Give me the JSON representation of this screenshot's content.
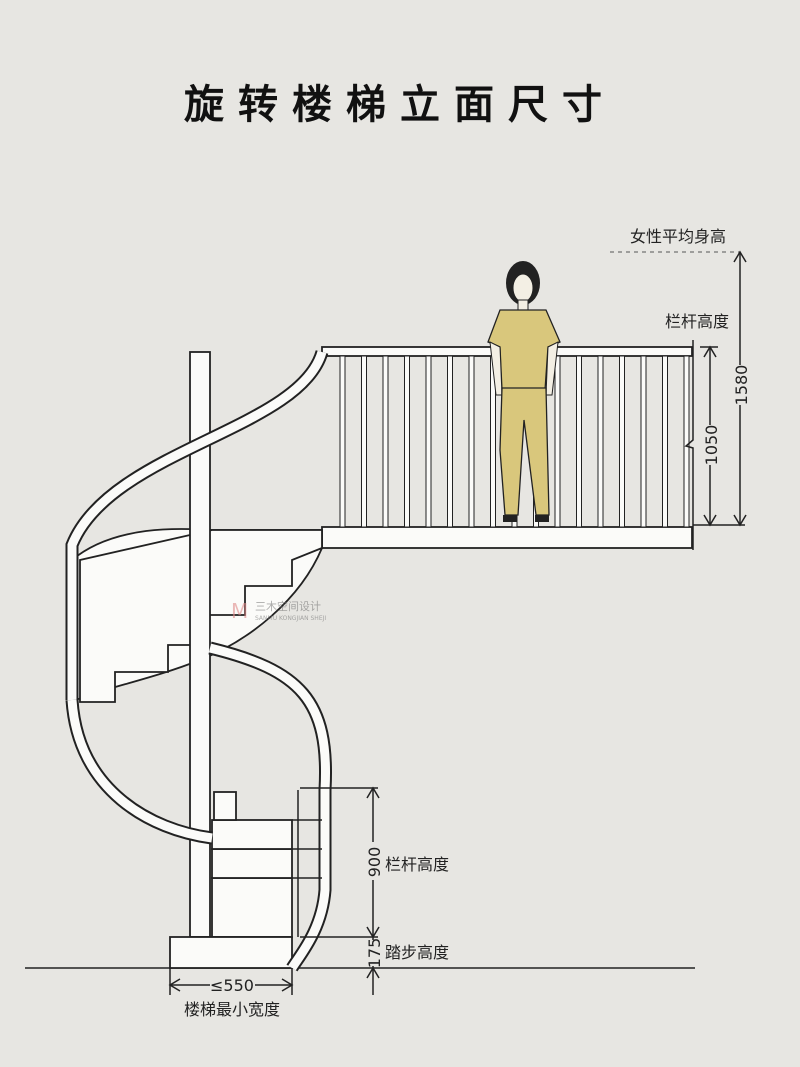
{
  "title": "旋转楼梯立面尺寸",
  "labels": {
    "female_avg_height": "女性平均身高",
    "railing_height_upper": "栏杆高度",
    "railing_height_lower": "栏杆高度",
    "step_height": "踏步高度",
    "min_stair_width": "楼梯最小宽度"
  },
  "dimensions": {
    "female_height": "1580",
    "upper_railing": "1050",
    "lower_railing": "900",
    "step": "175",
    "width": "≤550"
  },
  "watermark": {
    "logo": "M",
    "name": "三木空间设计",
    "pinyin": "SANMU KONGJIAN SHEJI"
  },
  "colors": {
    "background": "#e7e6e2",
    "figure": "#d9c77c",
    "watermark": "#e08a8a"
  }
}
